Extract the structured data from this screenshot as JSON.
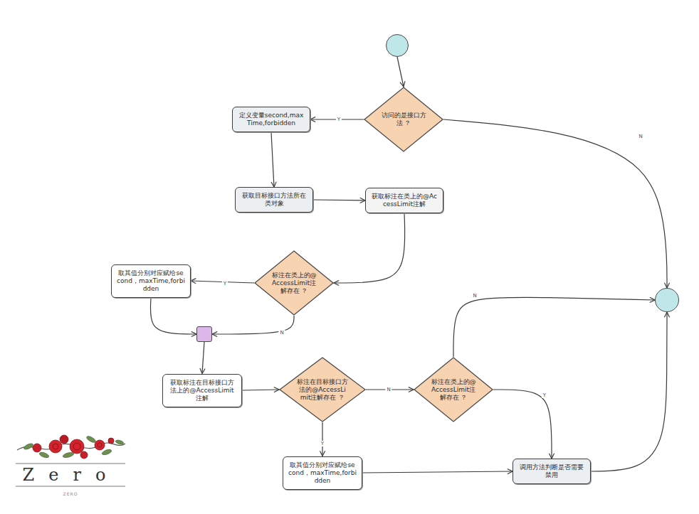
{
  "diagram": {
    "nodes": [
      {
        "text": []
      },
      {
        "text": [
          "访问的是接口方法 ？"
        ]
      },
      {
        "text": [
          "定义变量second,maxTime,forbidden"
        ]
      },
      {
        "text": [
          "获取目标接口方法所在类对象"
        ]
      },
      {
        "text": [
          "获取标注在类上的@AccessLimit注解"
        ]
      },
      {
        "text": [
          "标注在类上的@AccessLimit注解存在 ？"
        ]
      },
      {
        "text": [
          "取其值分别对应赋给second，maxTime,forbidden"
        ]
      },
      {
        "text": []
      },
      {
        "text": [
          "获取标注在目标接口方法上的@AccessLimit注解"
        ]
      },
      {
        "text": [
          "标注在目标接口方法的@AccessLimit注解存在 ？"
        ]
      },
      {
        "text": [
          "标注在类上的@AccessLimit注解存在 ？"
        ]
      },
      {
        "text": [
          "取其值分别对应赋给second，maxTime,forbidden"
        ]
      },
      {
        "text": [
          "调用方法判断是否需要禁用"
        ]
      },
      {
        "text": []
      }
    ],
    "edges": [
      {
        "from": 0,
        "to": 1,
        "arrow": "to"
      },
      {
        "from": 1,
        "to": 2,
        "label": "Y",
        "arrow": "to"
      },
      {
        "from": 1,
        "to": 13,
        "label": "N",
        "arrow": "to"
      },
      {
        "from": 2,
        "to": 3,
        "arrow": "to"
      },
      {
        "from": 3,
        "to": 4,
        "arrow": "to"
      },
      {
        "from": 4,
        "to": 5,
        "arrow": "to"
      },
      {
        "from": 5,
        "to": 6,
        "label": "Y",
        "arrow": "to"
      },
      {
        "from": 6,
        "to": 7,
        "arrow": "to"
      },
      {
        "from": 5,
        "to": 7,
        "label": "N",
        "arrow": "to"
      },
      {
        "from": 7,
        "to": 8,
        "arrow": "to"
      },
      {
        "from": 8,
        "to": 9,
        "arrow": "to"
      },
      {
        "from": 9,
        "to": 10,
        "label": "N",
        "arrow": "to"
      },
      {
        "from": 9,
        "to": 11,
        "label": "Y",
        "arrow": "to"
      },
      {
        "from": 10,
        "to": 13,
        "label": "N",
        "arrow": "to"
      },
      {
        "from": 10,
        "to": 12,
        "label": "Y",
        "arrow": "to"
      },
      {
        "from": 11,
        "to": 12,
        "arrow": "to"
      },
      {
        "from": 12,
        "to": 13,
        "arrow": "to"
      }
    ],
    "labels": [
      "Zero",
      "ZERO"
    ]
  }
}
